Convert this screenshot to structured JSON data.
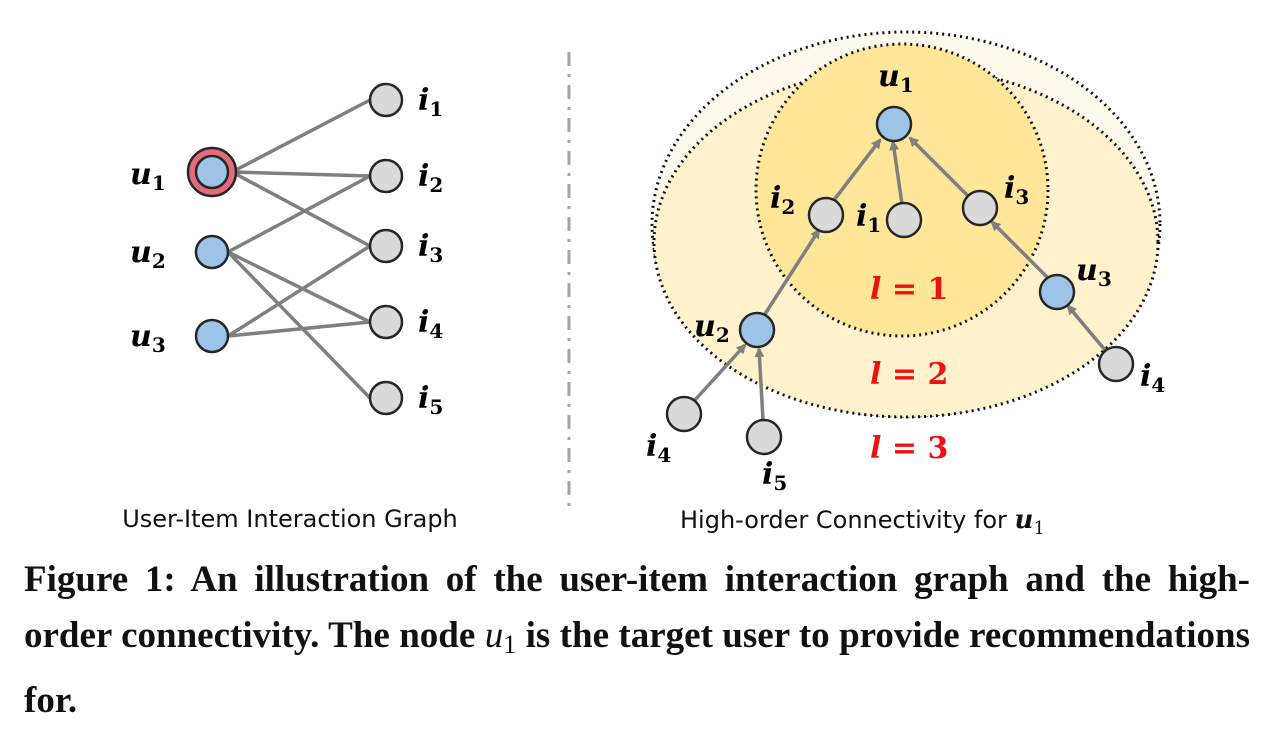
{
  "left_panel": {
    "title": "User-Item Interaction Graph",
    "user_labels": [
      {
        "base": "u",
        "sub": "1"
      },
      {
        "base": "u",
        "sub": "2"
      },
      {
        "base": "u",
        "sub": "3"
      }
    ],
    "item_labels": [
      {
        "base": "i",
        "sub": "1"
      },
      {
        "base": "i",
        "sub": "2"
      },
      {
        "base": "i",
        "sub": "3"
      },
      {
        "base": "i",
        "sub": "4"
      },
      {
        "base": "i",
        "sub": "5"
      }
    ],
    "edges": [
      [
        "u1",
        "i1"
      ],
      [
        "u1",
        "i2"
      ],
      [
        "u1",
        "i3"
      ],
      [
        "u2",
        "i2"
      ],
      [
        "u2",
        "i4"
      ],
      [
        "u2",
        "i5"
      ],
      [
        "u3",
        "i3"
      ],
      [
        "u3",
        "i4"
      ]
    ],
    "target_user": "u1"
  },
  "right_panel": {
    "title_text": "High-order Connectivity for ",
    "title_math": {
      "base": "u",
      "sub": "1"
    },
    "node_labels": {
      "root": {
        "base": "u",
        "sub": "1"
      },
      "i2": {
        "base": "i",
        "sub": "2"
      },
      "i1": {
        "base": "i",
        "sub": "1"
      },
      "i3": {
        "base": "i",
        "sub": "3"
      },
      "u2": {
        "base": "u",
        "sub": "2"
      },
      "u3": {
        "base": "u",
        "sub": "3"
      },
      "i4a": {
        "base": "i",
        "sub": "4"
      },
      "i5": {
        "base": "i",
        "sub": "5"
      },
      "i4b": {
        "base": "i",
        "sub": "4"
      }
    },
    "levels": [
      {
        "var": "l",
        "eq": " = ",
        "num": "1"
      },
      {
        "var": "l",
        "eq": " = ",
        "num": "2"
      },
      {
        "var": "l",
        "eq": " = ",
        "num": "3"
      }
    ]
  },
  "colors": {
    "user_fill": "#9dc3e6",
    "item_fill": "#d9d9d9",
    "node_stroke": "#262626",
    "edge": "#7f7f7f",
    "target_ring": "#e46c7a",
    "level1_fill": "#ffe699",
    "level2_fill": "#fff2cc",
    "level3_fill": "#fffaee",
    "level_text": "#ee1111"
  },
  "caption": {
    "prefix": "Figure 1: An illustration of the user-item interaction graph and the high-order connectivity. The node ",
    "math": {
      "base": "u",
      "sub": "1"
    },
    "suffix": " is the target user to provide recommendations for."
  }
}
